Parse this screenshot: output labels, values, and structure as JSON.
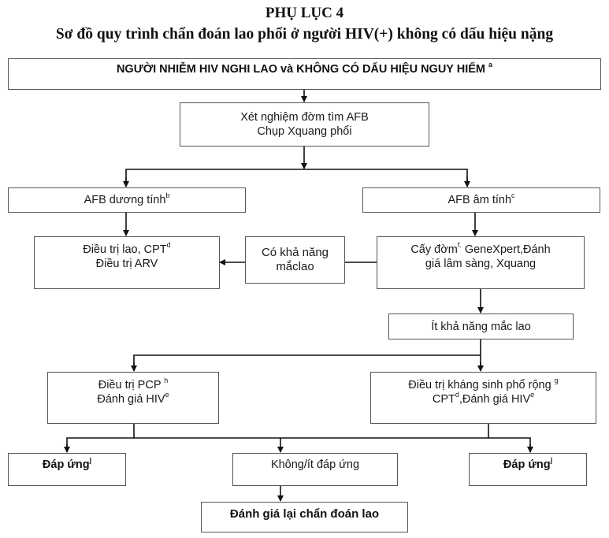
{
  "header": {
    "appendix": "PHỤ LỤC 4",
    "title": "Sơ đồ quy trình chẩn đoán lao phổi ở người HIV(+) không có dấu hiệu nặng"
  },
  "nodes": {
    "start": {
      "text": "NGƯỜI NHIỄM HIV NGHI LAO và KHÔNG CÓ DẤU HIỆU NGUY HIỂM",
      "sup": "a"
    },
    "tests": {
      "line1": "Xét nghiệm đờm tìm AFB",
      "line2": "Chụp Xquang phổi"
    },
    "afb_positive": {
      "text": "AFB dương tính",
      "sup": "b"
    },
    "afb_negative": {
      "text": "AFB âm tính",
      "sup": "c"
    },
    "treat_tb": {
      "line1": "Điều trị lao, CPT",
      "line1_sup": "d",
      "line2": "Điều trị ARV"
    },
    "likely_tb": {
      "line1": "Có khả năng",
      "line2": "mắclao"
    },
    "culture": {
      "line1_a": "Cấy đờm",
      "line1_sup": "f.",
      "line1_b": " GeneXpert,Đánh",
      "line2": "giá lâm sàng, Xquang"
    },
    "unlikely_tb": {
      "text": "Ít khả năng mắc lao"
    },
    "pcp": {
      "line1": "Điều trị PCP ",
      "line1_sup": "h",
      "line2": "Đánh giá HIV",
      "line2_sup": "e"
    },
    "antibiotic": {
      "line1": "Điều trị kháng sinh phổ rộng ",
      "line1_sup": "g",
      "line2_a": "CPT",
      "line2_sup1": "d",
      "line2_b": ",Đánh giá HIV",
      "line2_sup2": "e"
    },
    "response_left": {
      "text": "Đáp ứng",
      "sup": "j"
    },
    "no_response": {
      "text": "Không/ít đáp ứng"
    },
    "response_right": {
      "text": "Đáp ứng",
      "sup": "j"
    },
    "reassess": {
      "text": "Đánh giá lại chẩn đoán lao"
    }
  },
  "colors": {
    "border": "#555555",
    "connector": "#111111",
    "text": "#1a1a1a",
    "background": "#ffffff"
  }
}
